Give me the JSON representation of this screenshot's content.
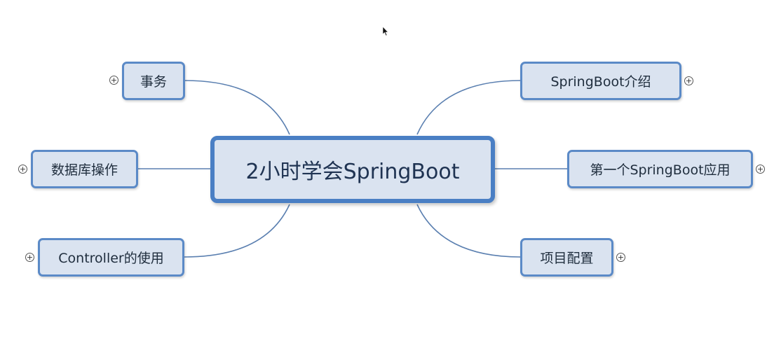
{
  "central_topic": "2小时学会SpringBoot",
  "topics": {
    "left_top": "事务",
    "left_middle": "数据库操作",
    "left_bottom": "Controller的使用",
    "right_top": "SpringBoot介绍",
    "right_middle": "第一个SpringBoot应用",
    "right_bottom": "项目配置"
  },
  "expander_symbol": "+",
  "colors": {
    "node_fill": "#dae3f0",
    "node_border": "#5b8ac7",
    "central_border": "#4a7fc4",
    "connector": "#5a7fb0"
  }
}
